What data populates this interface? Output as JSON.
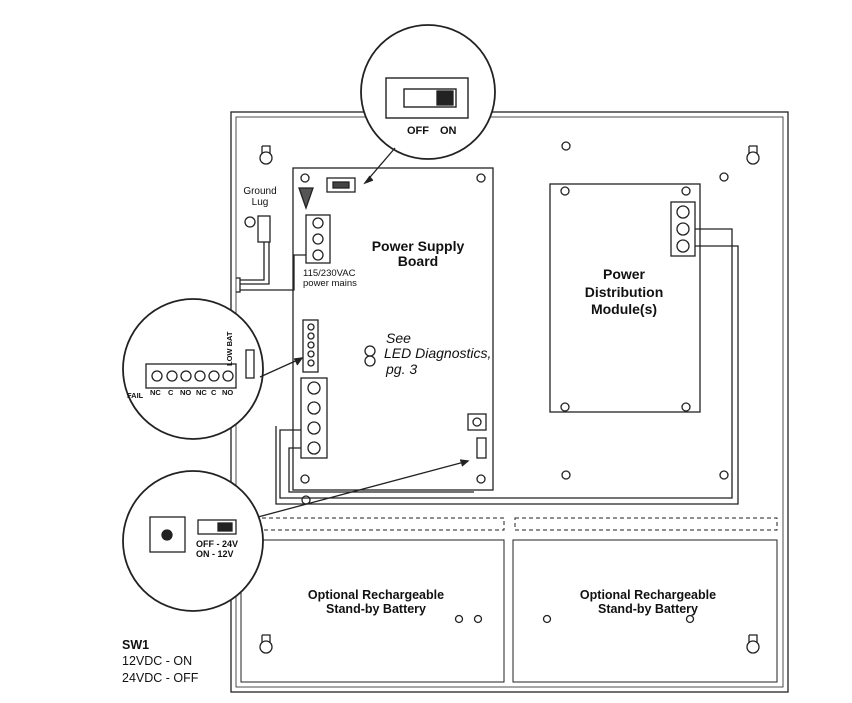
{
  "switch_zoom": {
    "off_label": "OFF",
    "on_label": "ON"
  },
  "ground_lug": {
    "line1": "Ground",
    "line2": "Lug"
  },
  "power_supply_board": {
    "line1": "Power Supply",
    "line2": "Board"
  },
  "power_mains": {
    "line1": "115/230VAC",
    "line2": "power mains"
  },
  "led_diagnostics": {
    "line1": "See",
    "line2": "LED Diagnostics,",
    "line3": "pg. 3"
  },
  "pdm": {
    "line1": "Power",
    "line2": "Distribution",
    "line3": "Module(s)"
  },
  "relay_zoom": {
    "labels": [
      "FAIL",
      "NC",
      "C",
      "NO",
      "NC",
      "C",
      "NO"
    ],
    "low_bat": "LOW BAT"
  },
  "sw1_zoom": {
    "line1": "OFF - 24V",
    "line2": "ON - 12V"
  },
  "batteries": [
    {
      "line1": "Optional Rechargeable",
      "line2": "Stand-by Battery"
    },
    {
      "line1": "Optional Rechargeable",
      "line2": "Stand-by Battery"
    }
  ],
  "sw1_legend": {
    "title": "SW1",
    "line1": "12VDC - ON",
    "line2": "24VDC - OFF"
  }
}
